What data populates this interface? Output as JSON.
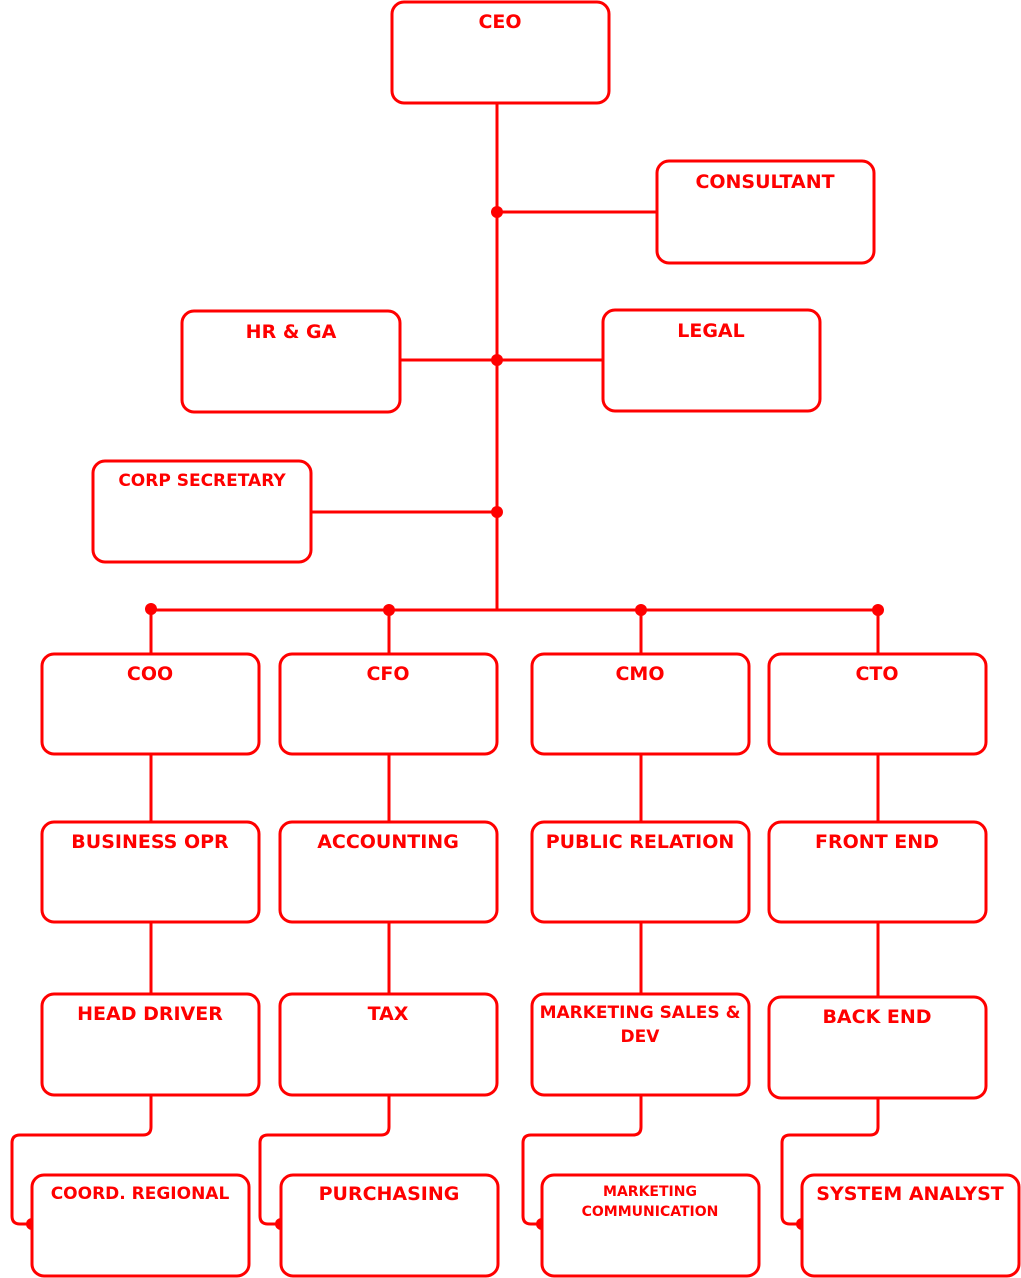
{
  "colors": {
    "accent": "#ff0000",
    "background": "#ffffff"
  },
  "nodes": {
    "ceo": "CEO",
    "consultant": "CONSULTANT",
    "hr_ga": "HR & GA",
    "legal": "LEGAL",
    "corp_secretary": "CORP SECRETARY",
    "coo": "COO",
    "cfo": "CFO",
    "cmo": "CMO",
    "cto": "CTO",
    "business_opr": "BUSINESS OPR",
    "accounting": "ACCOUNTING",
    "public_relation": "PUBLIC RELATION",
    "front_end": "FRONT END",
    "head_driver": "HEAD DRIVER",
    "tax": "TAX",
    "marketing_sales_dev_1": "MARKETING SALES &",
    "marketing_sales_dev_2": "DEV",
    "back_end": "BACK END",
    "coord_regional": "COORD. REGIONAL",
    "purchasing": "PURCHASING",
    "marketing_communication_1": "MARKETING",
    "marketing_communication_2": "COMMUNICATION",
    "system_analyst": "SYSTEM ANALYST"
  }
}
